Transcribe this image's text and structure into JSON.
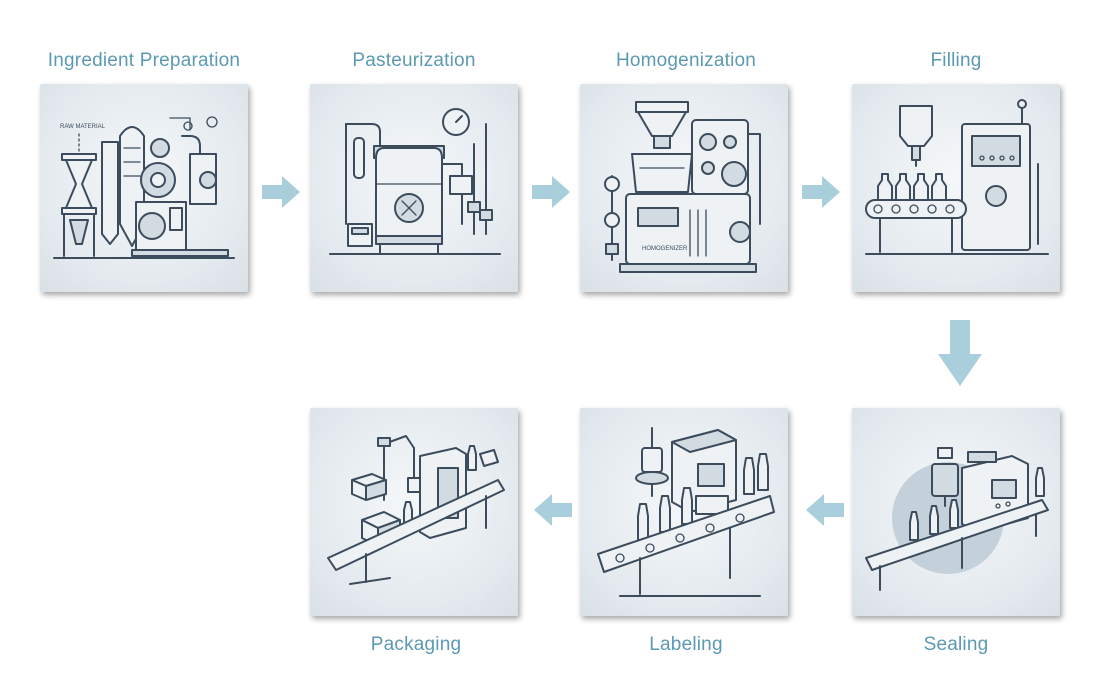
{
  "diagram": {
    "steps": [
      {
        "label": "Ingredient Preparation",
        "icon": "ingredient-preparation-machine-icon",
        "note": "RAW MATERIAL"
      },
      {
        "label": "Pasteurization",
        "icon": "pasteurization-tank-icon"
      },
      {
        "label": "Homogenization",
        "icon": "homogenizer-machine-icon",
        "note": "HOMOGENIZER"
      },
      {
        "label": "Filling",
        "icon": "filling-machine-icon"
      },
      {
        "label": "Sealing",
        "icon": "sealing-machine-icon"
      },
      {
        "label": "Labeling",
        "icon": "labeling-machine-icon"
      },
      {
        "label": "Packaging",
        "icon": "packaging-line-icon"
      }
    ],
    "colors": {
      "label": "#5b9ab2",
      "arrow": "#a9cedc",
      "line_art": "#3c4c5c"
    }
  }
}
